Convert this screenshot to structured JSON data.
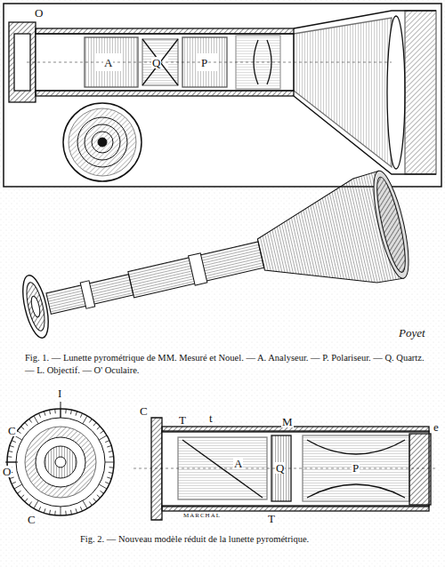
{
  "diagram": {
    "labels": [
      "O",
      "A",
      "Q",
      "P",
      "Poyet",
      "Fig. 1. — Lunette pyrométrique de MM. Mesuré et Nouel. — A. Analyseur. — P. Polariseur. — Q. Quartz. — L. Objectif. — O' Oculaire.",
      "I",
      "C",
      "O",
      "C",
      "C",
      "T",
      "t",
      "M",
      "A",
      "Q",
      "P",
      "T",
      "e",
      "MARCHAL",
      "Fig. 2. — Nouveau modèle réduit de la lunette pyrométrique."
    ]
  }
}
